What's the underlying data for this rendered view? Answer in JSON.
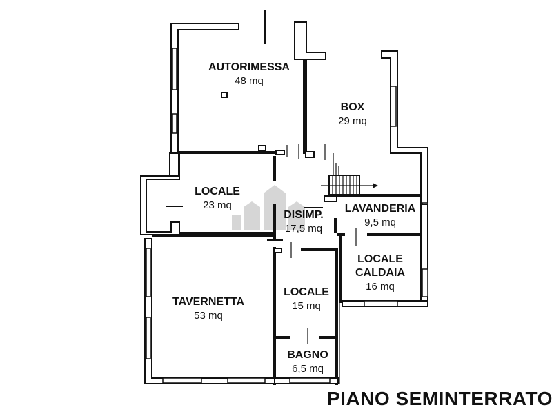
{
  "plan": {
    "title": "PIANO SEMINTERRATO",
    "rooms": [
      {
        "id": "autorimessa",
        "name": "AUTORIMESSA",
        "area": "48 mq"
      },
      {
        "id": "box",
        "name": "BOX",
        "area": "29 mq"
      },
      {
        "id": "locale-23",
        "name": "LOCALE",
        "area": "23 mq"
      },
      {
        "id": "disimpegno",
        "name": "DISIMP.",
        "area": "17,5 mq"
      },
      {
        "id": "lavanderia",
        "name": "LAVANDERIA",
        "area": "9,5 mq"
      },
      {
        "id": "locale-caldaia",
        "name": "LOCALE\nCALDAIA",
        "name_lines": [
          "LOCALE",
          "CALDAIA"
        ],
        "area": "16 mq"
      },
      {
        "id": "tavernetta",
        "name": "TAVERNETTA",
        "area": "53 mq"
      },
      {
        "id": "locale-15",
        "name": "LOCALE",
        "area": "15 mq"
      },
      {
        "id": "bagno",
        "name": "BAGNO",
        "area": "6,5 mq"
      }
    ]
  }
}
